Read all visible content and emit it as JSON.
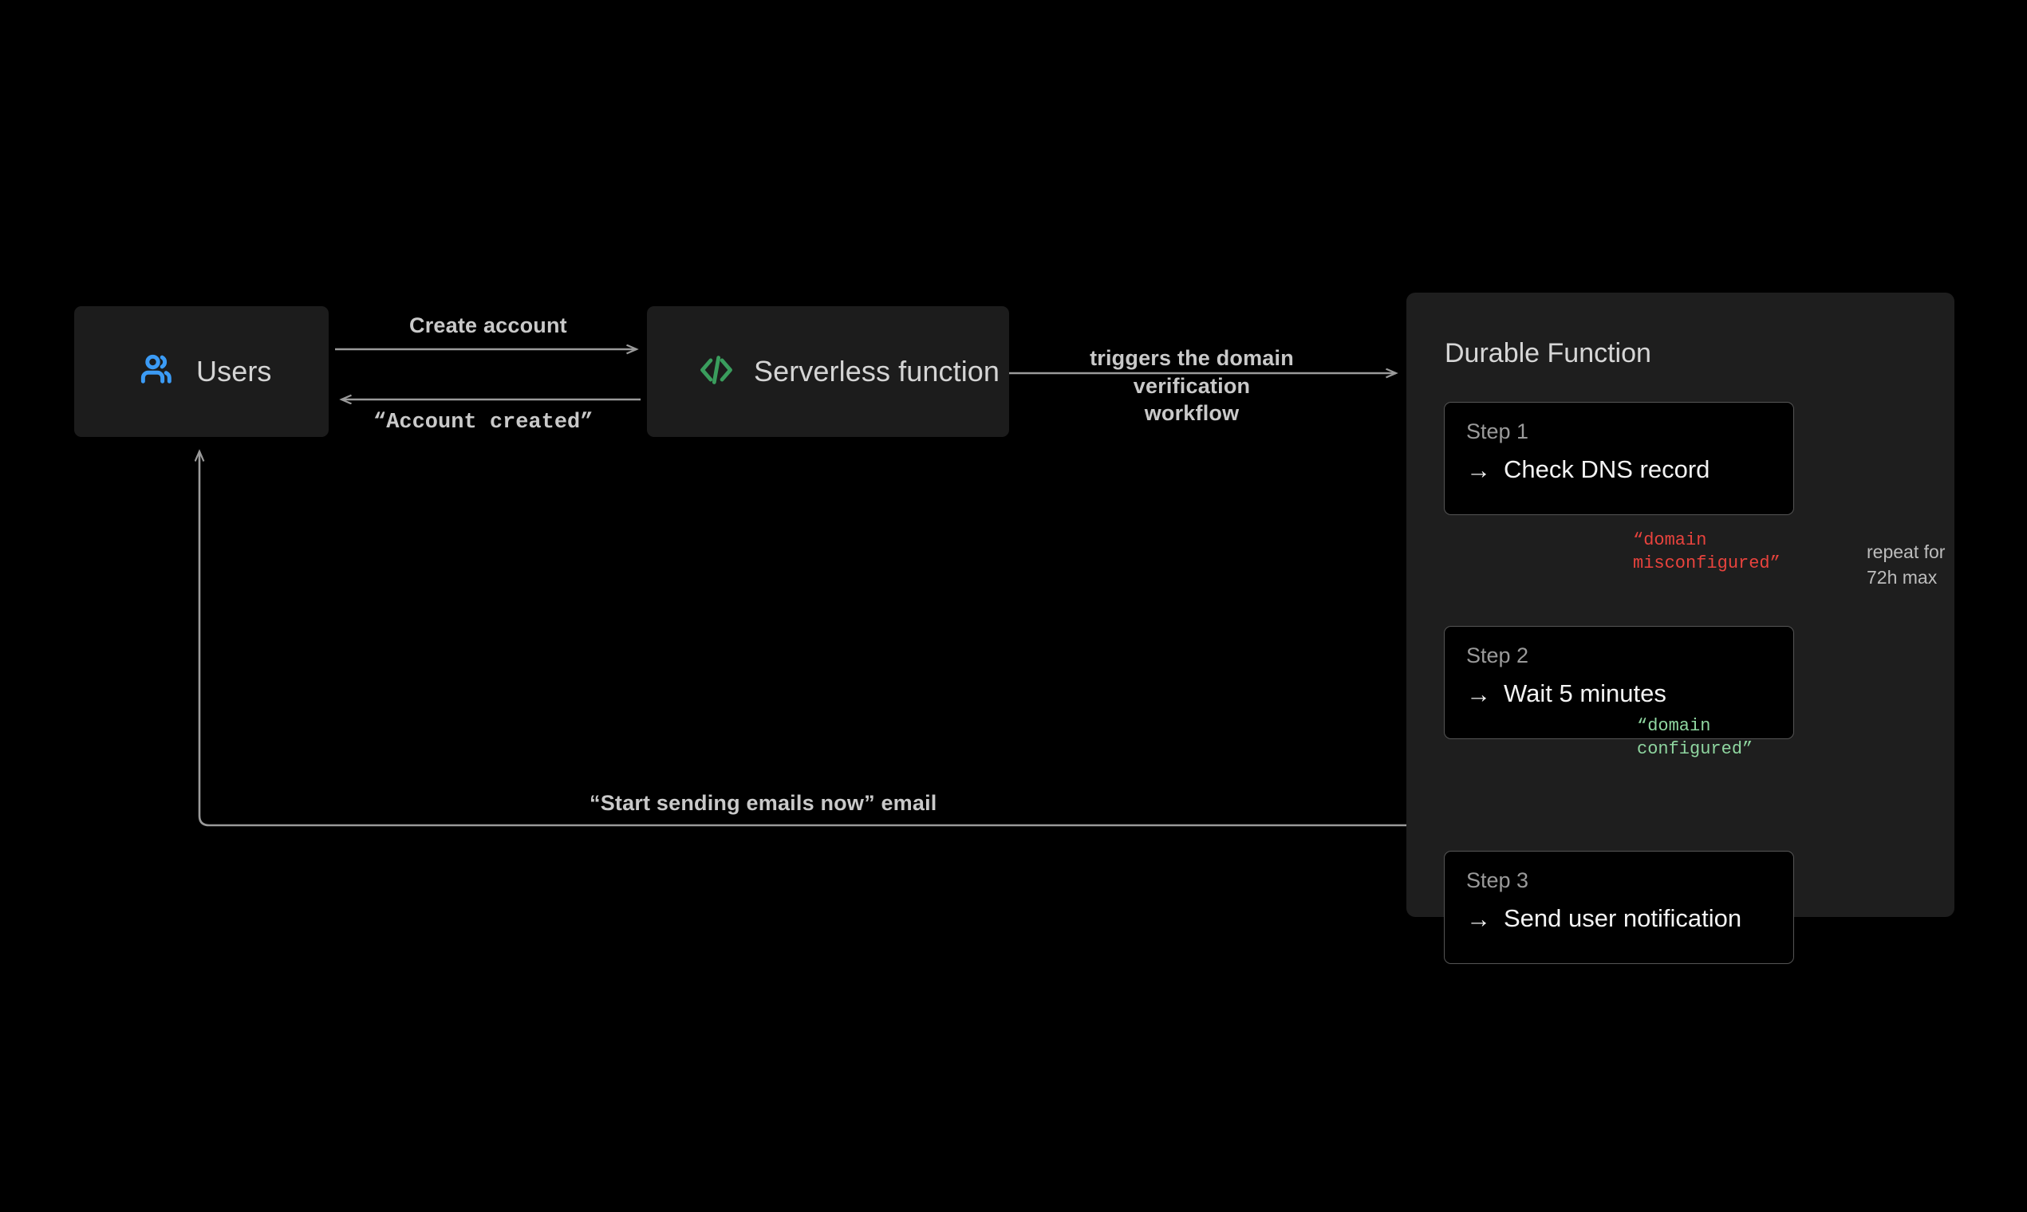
{
  "diagram": {
    "title": "Domain verification durable workflow",
    "background_color": "#000000"
  },
  "nodes": {
    "users": {
      "label": "Users",
      "icon": "users-icon",
      "icon_color": "#3b9bf5"
    },
    "serverless": {
      "label": "Serverless function",
      "icon": "code-brackets-icon",
      "icon_color": "#3a9d5d"
    },
    "durable": {
      "title": "Durable Function",
      "steps": [
        {
          "eyebrow": "Step 1",
          "arrow": "→",
          "text": "Check DNS record"
        },
        {
          "eyebrow": "Step 2",
          "arrow": "→",
          "text": "Wait 5 minutes"
        },
        {
          "eyebrow": "Step 3",
          "arrow": "→",
          "text": "Send user notification"
        }
      ]
    }
  },
  "edges": {
    "create_account": "Create account",
    "account_created": "“Account created”",
    "triggers_workflow_line1": "triggers the domain",
    "triggers_workflow_line2": "verification workflow",
    "start_sending_emails": "“Start sending emails now” email",
    "domain_misconfigured": "“domain\nmisconfigured”",
    "domain_configured": "“domain\nconfigured”",
    "repeat_loop": "repeat for\n72h max"
  },
  "colors": {
    "panel": "#1e1e1e",
    "node": "#1c1c1c",
    "step_box": "#000000",
    "step_border": "#555555",
    "edge_stroke": "#9a9a9a",
    "text_primary": "#f3f3f3",
    "text_secondary": "#c9c9c9",
    "text_muted": "#9a9a9a",
    "error": "#e8433d",
    "success": "#8fd6a0",
    "users_icon": "#3b9bf5",
    "code_icon": "#3a9d5d"
  }
}
